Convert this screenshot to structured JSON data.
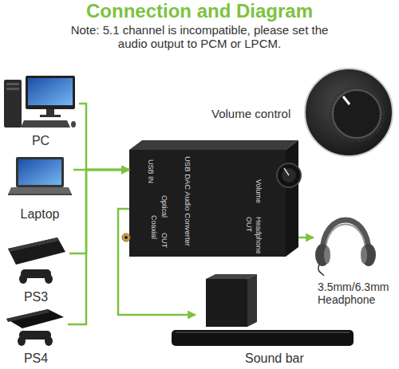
{
  "diagram": {
    "title": "Connection and Diagram",
    "nodes": [
      {
        "text": [
          "PC"
        ]
      },
      {
        "text": [
          "Laptop"
        ]
      },
      {
        "text": [
          "PS3"
        ]
      },
      {
        "text": [
          "PS4"
        ]
      },
      {
        "text": [
          "USB IN",
          "Optical",
          "OUT",
          "Coaxial",
          "USB DAC Audio Converter",
          "Volume",
          "OUT",
          "Headphone"
        ]
      },
      {
        "text": [
          "Volume control"
        ]
      },
      {
        "text": [
          "3.5mm/6.3mm Headphone"
        ]
      },
      {
        "text": [
          "Sound bar"
        ]
      }
    ],
    "edges": [
      {
        "from": 0,
        "to": 4,
        "arrow": "to"
      },
      {
        "from": 1,
        "to": 4,
        "arrow": "to"
      },
      {
        "from": 2,
        "to": 4,
        "arrow": "to"
      },
      {
        "from": 3,
        "to": 4,
        "arrow": "to"
      },
      {
        "from": 4,
        "to": 6,
        "arrow": "to"
      },
      {
        "from": 4,
        "to": 7,
        "arrow": "to"
      }
    ],
    "labels": [
      "Note: 5.1 channel is incompatible, please set the audio output to PCM or LPCM."
    ]
  }
}
